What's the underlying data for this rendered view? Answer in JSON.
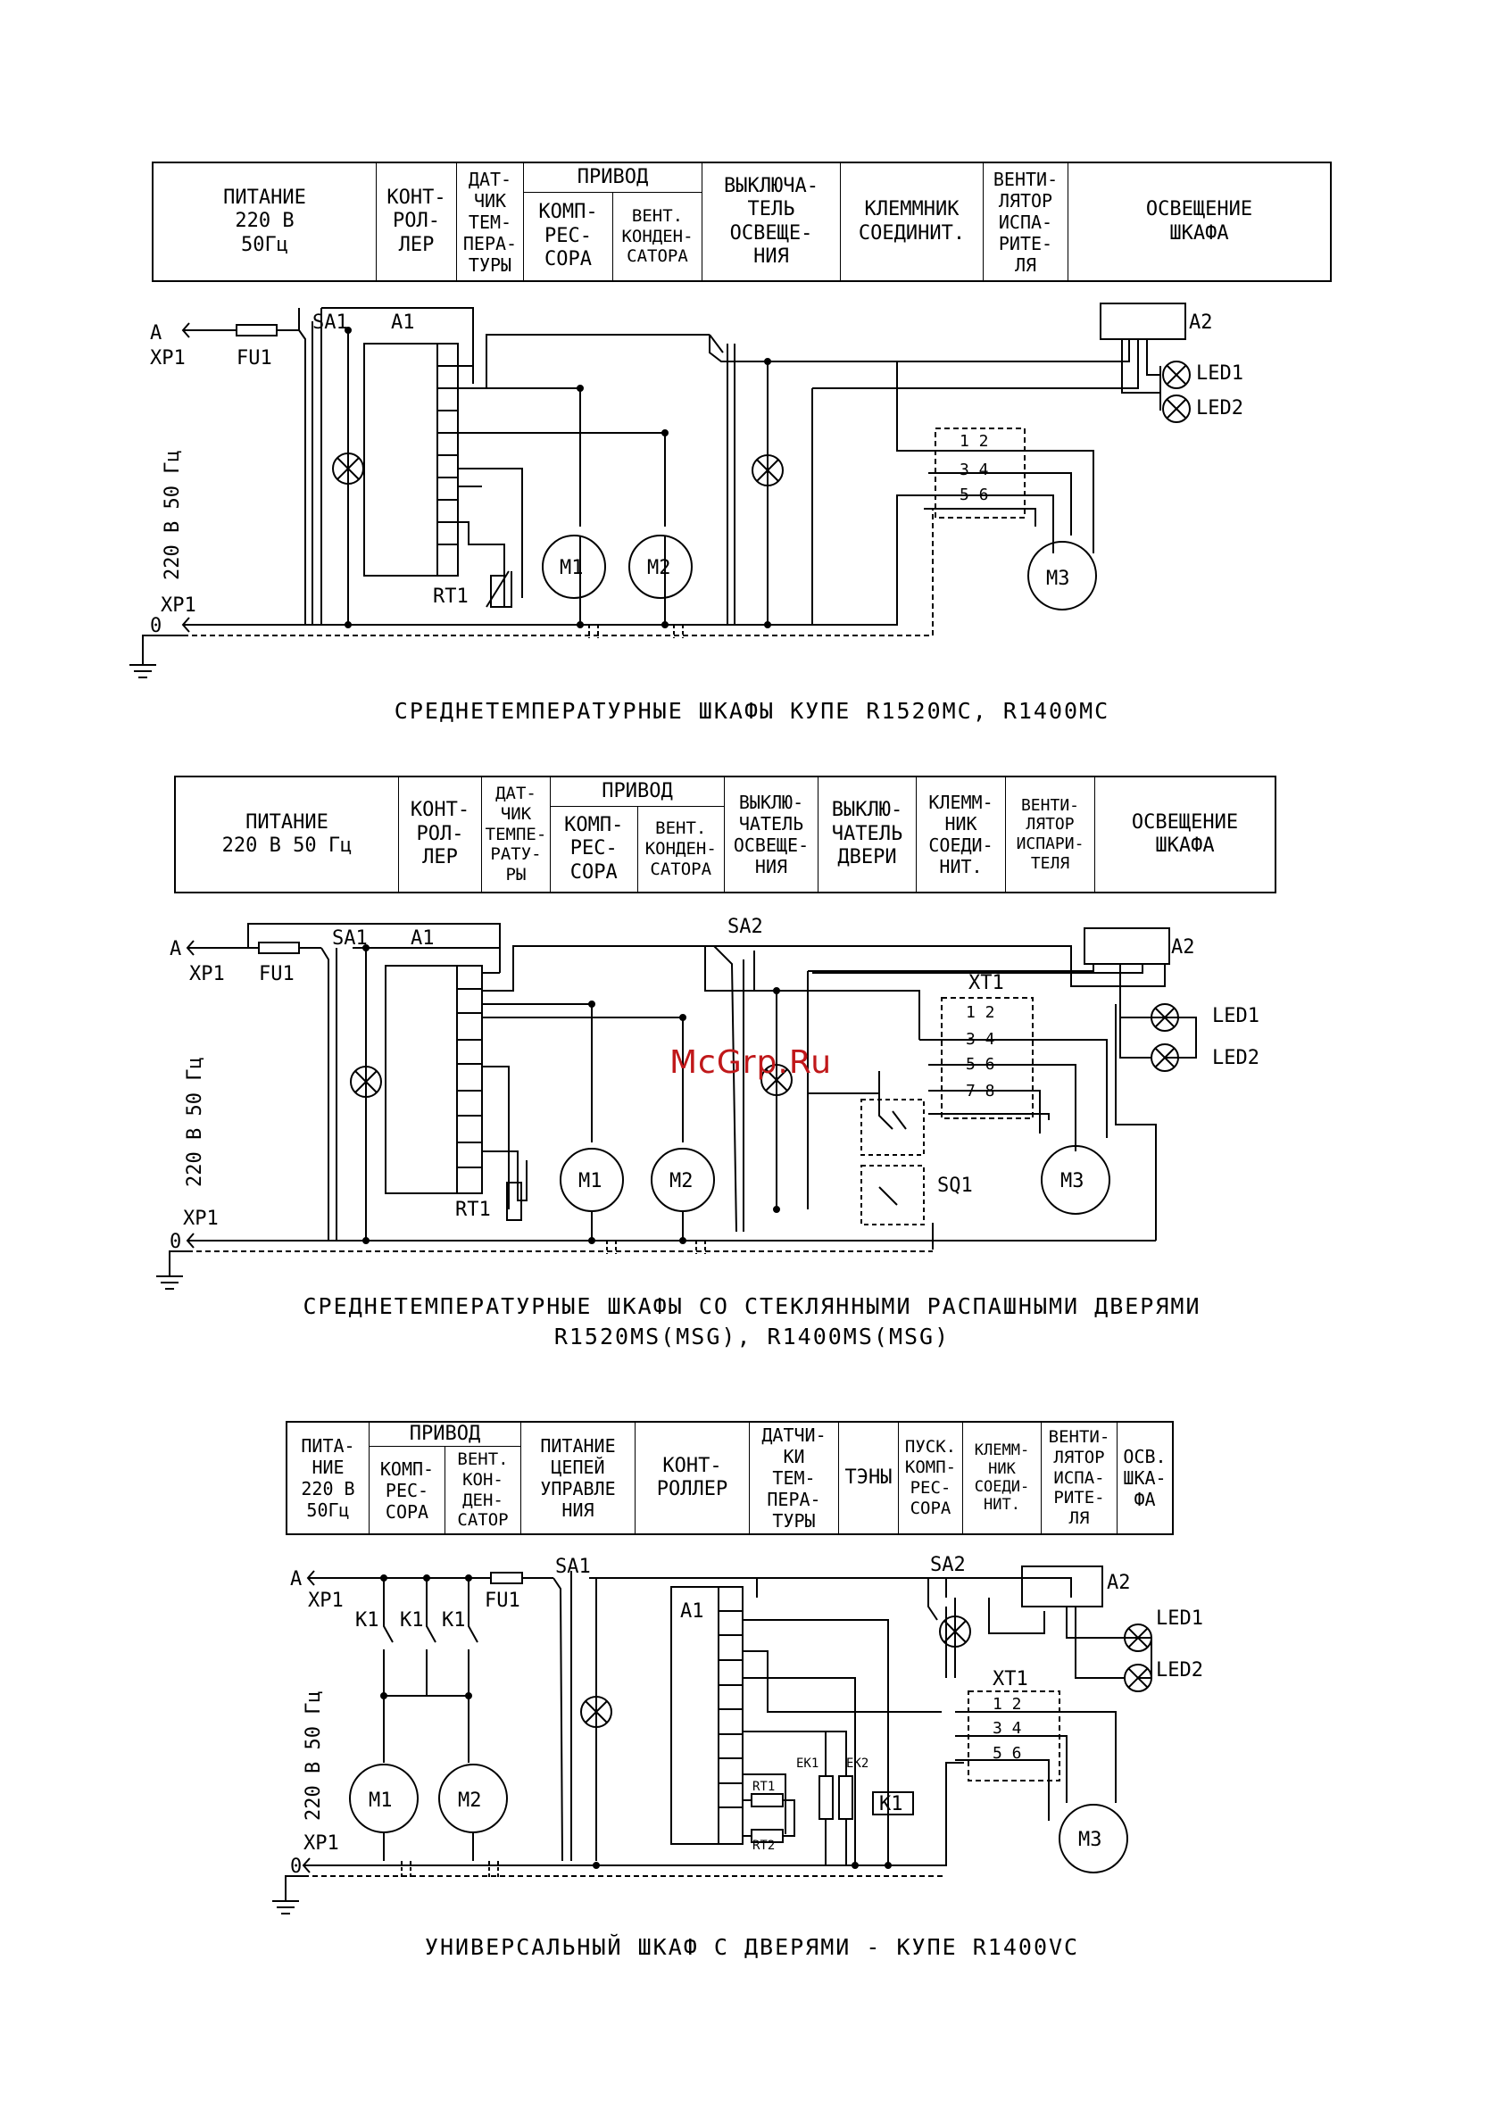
{
  "diagram1": {
    "header": {
      "power": "ПИТАНИЕ\n220 В\n50Гц",
      "controller": "КОНТ-\nРОЛ-\nЛЕР",
      "sensor": "ДАТ-\nЧИК\nТЕМ-\nПЕРА-\nТУРЫ",
      "drive_title": "ПРИВОД",
      "compressor": "КОМП-\nРЕС-\nСОРА",
      "condenser_fan": "ВЕНТ.\nКОНДЕН-\nСАТОРА",
      "light_switch": "ВЫКЛЮЧА-\nТЕЛЬ\nОСВЕЩЕ-\nНИЯ",
      "terminal": "КЛЕММНИК\nСОЕДИНИТ.",
      "evaporator_fan": "ВЕНТИ-\nЛЯТОР\nИСПА-\nРИТЕ-\nЛЯ",
      "cabinet_light": "ОСВЕЩЕНИЕ\nШКАФА"
    },
    "caption": "СРЕДНЕТЕМПЕРАТУРНЫЕ ШКАФЫ КУПЕ R1520MC, R1400MC",
    "labels": {
      "a": "A",
      "xp1": "XP1",
      "fu1": "FU1",
      "sa1": "SA1",
      "a1": "A1",
      "a2": "A2",
      "led1": "LED1",
      "led2": "LED2",
      "m1": "M1",
      "m2": "M2",
      "m3": "M3",
      "rt1": "RT1",
      "xp1_bottom": "XP1",
      "zero": "0",
      "voltage": "220 В 50 Гц",
      "t12": "1 2",
      "t34": "3 4",
      "t56": "5 6"
    }
  },
  "diagram2": {
    "header": {
      "power": "ПИТАНИЕ\n220 В 50 Гц",
      "controller": "КОНТ-\nРОЛ-\nЛЕР",
      "sensor": "ДАТ-\nЧИК\nТЕМПЕ-\nРАТУ-\nРЫ",
      "drive_title": "ПРИВОД",
      "compressor": "КОМП-\nРЕС-\nСОРА",
      "condenser_fan": "ВЕНТ.\nКОНДЕН-\nСАТОРА",
      "light_switch": "ВЫКЛЮ-\nЧАТЕЛЬ\nОСВЕЩЕ-\nНИЯ",
      "door_switch": "ВЫКЛЮ-\nЧАТЕЛЬ\nДВЕРИ",
      "terminal": "КЛЕММ-\nНИК\nСОЕДИ-\nНИТ.",
      "evaporator_fan": "ВЕНТИ-\nЛЯТОР\nИСПАРИ-\nТЕЛЯ",
      "cabinet_light": "ОСВЕЩЕНИЕ\nШКАФА"
    },
    "caption": "СРЕДНЕТЕМПЕРАТУРНЫЕ ШКАФЫ СО СТЕКЛЯННЫМИ РАСПАШНЫМИ ДВЕРЯМИ\nR1520MS(MSG), R1400MS(MSG)",
    "labels": {
      "a": "A",
      "xp1": "XP1",
      "fu1": "FU1",
      "sa1": "SA1",
      "a1": "A1",
      "sa2": "SA2",
      "a2": "A2",
      "xt1": "XT1",
      "led1": "LED1",
      "led2": "LED2",
      "m1": "M1",
      "m2": "M2",
      "m3": "M3",
      "rt1": "RT1",
      "sq1": "SQ1",
      "xp1_bottom": "XP1",
      "zero": "0",
      "voltage": "220 В 50 Гц",
      "t12": "1 2",
      "t34": "3 4",
      "t56": "5 6",
      "t78": "7 8"
    }
  },
  "diagram3": {
    "header": {
      "power": "ПИТА-\nНИЕ\n220 В\n50Гц",
      "drive_title": "ПРИВОД",
      "compressor": "КОМП-\nРЕС-\nСОРА",
      "condenser_fan": "ВЕНТ.\nКОН-\nДЕН-\nСАТОР",
      "control_power": "ПИТАНИЕ\nЦЕПЕЙ\nУПРАВЛЕ\nНИЯ",
      "controller": "КОНТ-\nРОЛЛЕР",
      "sensors": "ДАТЧИ-\nКИ\nТЕМ-\nПЕРА-\nТУРЫ",
      "heaters": "ТЭНЫ",
      "comp_start": "ПУСК.\nКОМП-\nРЕС-\nСОРА",
      "terminal": "КЛЕММ-\nНИК\nСОЕДИ-\nНИТ.",
      "evaporator_fan": "ВЕНТИ-\nЛЯТОР\nИСПА-\nРИТЕ-\nЛЯ",
      "cabinet_light": "ОСВ.\nШКА-\nФА"
    },
    "caption": "УНИВЕРСАЛЬНЫЙ ШКАФ С ДВЕРЯМИ - КУПЕ R1400VC",
    "labels": {
      "a": "A",
      "xp1": "XP1",
      "k1a": "K1",
      "k1b": "K1",
      "k1c": "K1",
      "fu1": "FU1",
      "sa1": "SA1",
      "a1": "A1",
      "sa2": "SA2",
      "a2": "A2",
      "xt1": "XT1",
      "led1": "LED1",
      "led2": "LED2",
      "m1": "M1",
      "m2": "M2",
      "m3": "M3",
      "rt1": "RT1",
      "rt2": "RT2",
      "ek1": "EK1",
      "ek2": "EK2",
      "k1coil": "K1",
      "xp1_bottom": "XP1",
      "zero": "0",
      "voltage": "220 В 50 Гц",
      "t12": "1 2",
      "t34": "3 4",
      "t56": "5 6"
    }
  },
  "watermark": "McGrp.Ru"
}
